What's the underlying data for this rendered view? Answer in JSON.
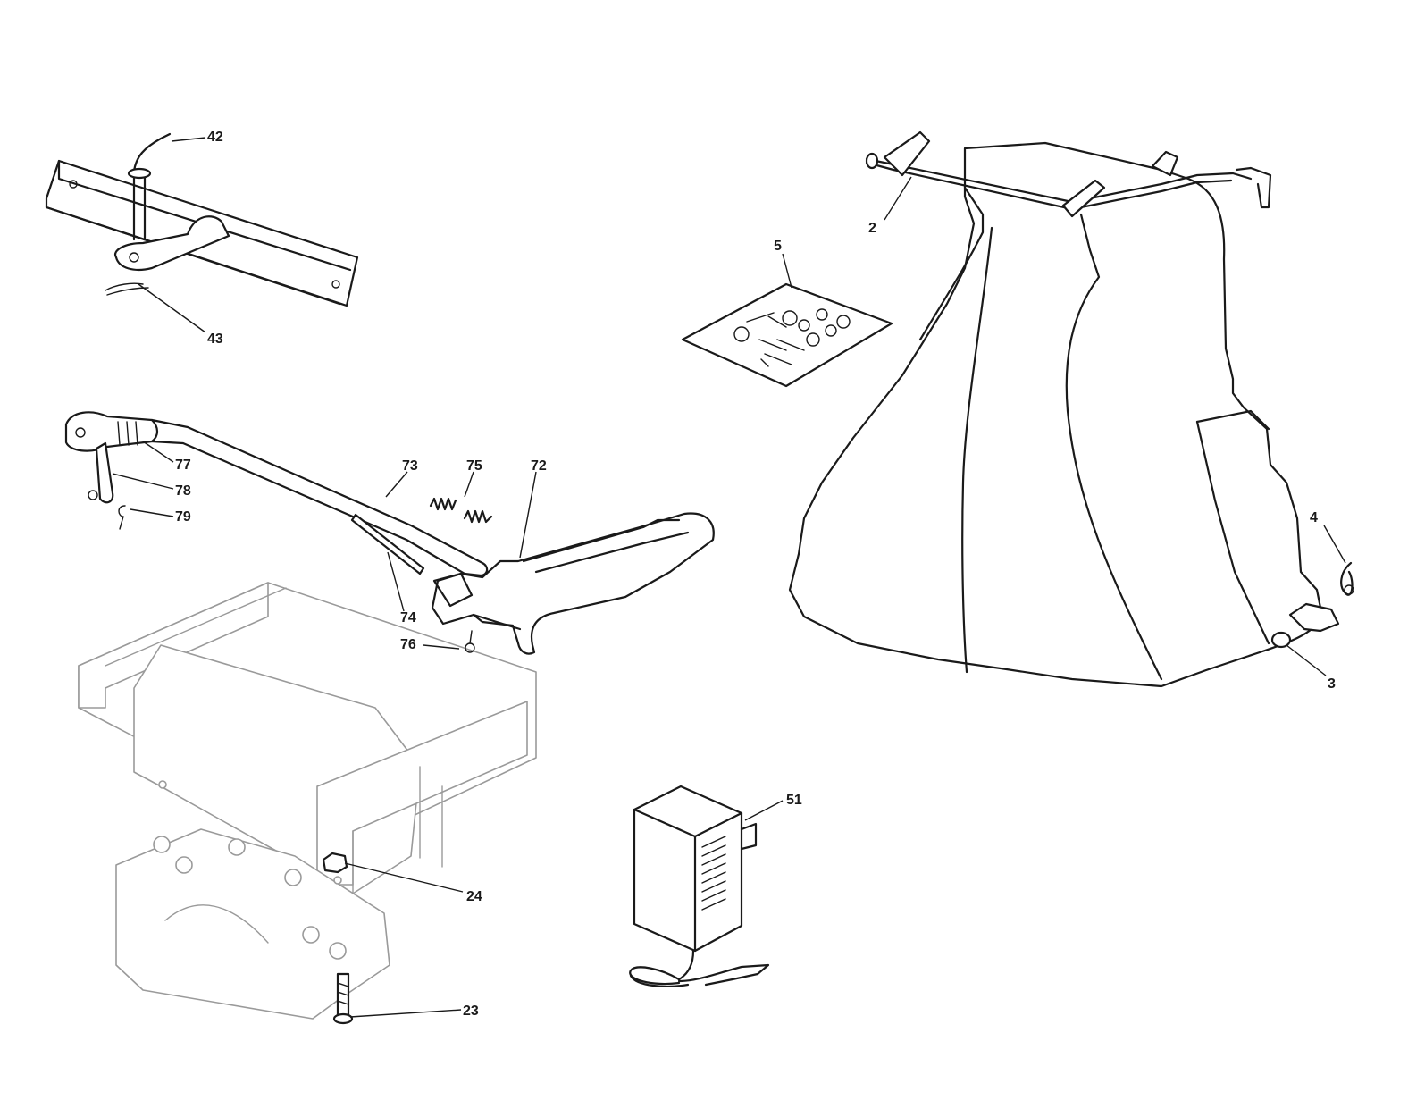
{
  "callouts": {
    "c42": "42",
    "c43": "43",
    "c77": "77",
    "c78": "78",
    "c79": "79",
    "c73": "73",
    "c75": "75",
    "c72": "72",
    "c74": "74",
    "c76": "76",
    "c2": "2",
    "c5": "5",
    "c4": "4",
    "c3": "3",
    "c51": "51",
    "c24": "24",
    "c23": "23"
  },
  "colors": {
    "line": "#1a1a1a",
    "ghost": "#9a9a9a",
    "background": "#ffffff"
  }
}
